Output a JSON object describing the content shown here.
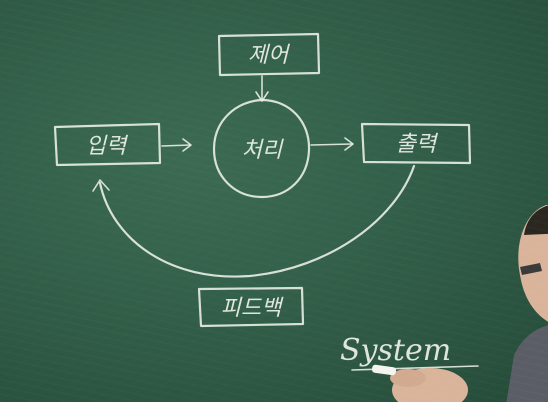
{
  "diagram": {
    "nodes": {
      "control": "제어",
      "input": "입력",
      "process": "처리",
      "output": "출력",
      "feedback": "피드백"
    },
    "handwritten_word": "System"
  },
  "colors": {
    "board": "#33604a",
    "chalk": "#e9eee6",
    "skin": "#d9b49a",
    "hair": "#2a2620"
  }
}
